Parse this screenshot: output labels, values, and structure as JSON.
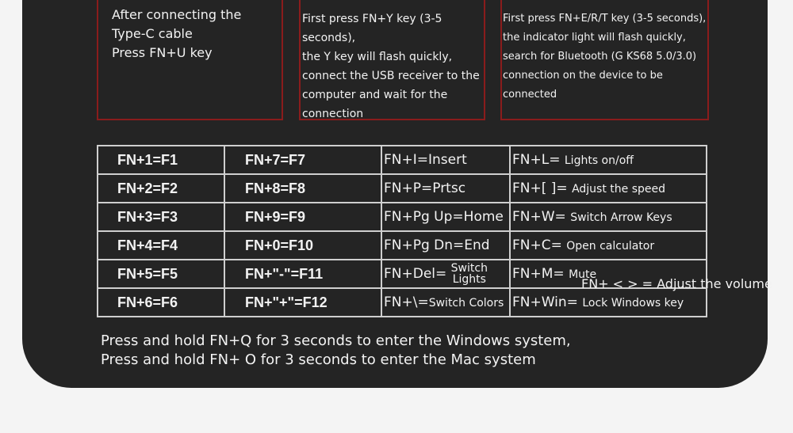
{
  "boxes": [
    {
      "text": "After connecting the\n Type-C cable\nPress FN+U key"
    },
    {
      "text": "First press FN+Y key (3-5 seconds),\nthe Y key will flash quickly,\nconnect the USB receiver to the\ncomputer and wait for the\nconnection"
    },
    {
      "text": "First press FN+E/R/T key (3-5 seconds),\nthe indicator light will flash quickly,\nsearch for Bluetooth (G KS68 5.0/3.0)\nconnection on the device to be connected"
    }
  ],
  "table": {
    "rows": [
      {
        "c0": "FN+1=F1",
        "c1": "FN+7=F7",
        "c2": "FN+I=Insert",
        "c3k": "FN+L=",
        "c3v": "Lights on/off"
      },
      {
        "c0": "FN+2=F2",
        "c1": "FN+8=F8",
        "c2": "FN+P=Prtsc",
        "c3k": "FN+[  ]=",
        "c3v": "Adjust the speed"
      },
      {
        "c0": "FN+3=F3",
        "c1": "FN+9=F9",
        "c2": "FN+Pg Up=Home",
        "c3k": "FN+W=",
        "c3v": "Switch Arrow Keys"
      },
      {
        "c0": "FN+4=F4",
        "c1": "FN+0=F10",
        "c2": "FN+Pg Dn=End",
        "c3k": "FN+C=",
        "c3v": "Open calculator"
      },
      {
        "c0": "FN+5=F5",
        "c1": "FN+\"-\"=F11",
        "c2k": "FN+Del=",
        "c2v1": "Switch",
        "c2v2": "Lights",
        "c3k": "FN+M=",
        "c3v": "Mute"
      },
      {
        "c0": "FN+6=F6",
        "c1": "FN+\"+\"=F12",
        "c2k": "FN+\\=",
        "c2v": "Switch Colors",
        "c3k": "FN+Win=",
        "c3v": "Lock Windows key"
      }
    ],
    "extra": "FN+ < > = Adjust the volume"
  },
  "footer": "Press and hold FN+Q for 3 seconds to enter the Windows system,\nPress and hold FN+ O for 3 seconds to enter the Mac system",
  "colors": {
    "panel": "#242424",
    "box_border": "#8a1c1c",
    "background": "#f4f4f4"
  }
}
